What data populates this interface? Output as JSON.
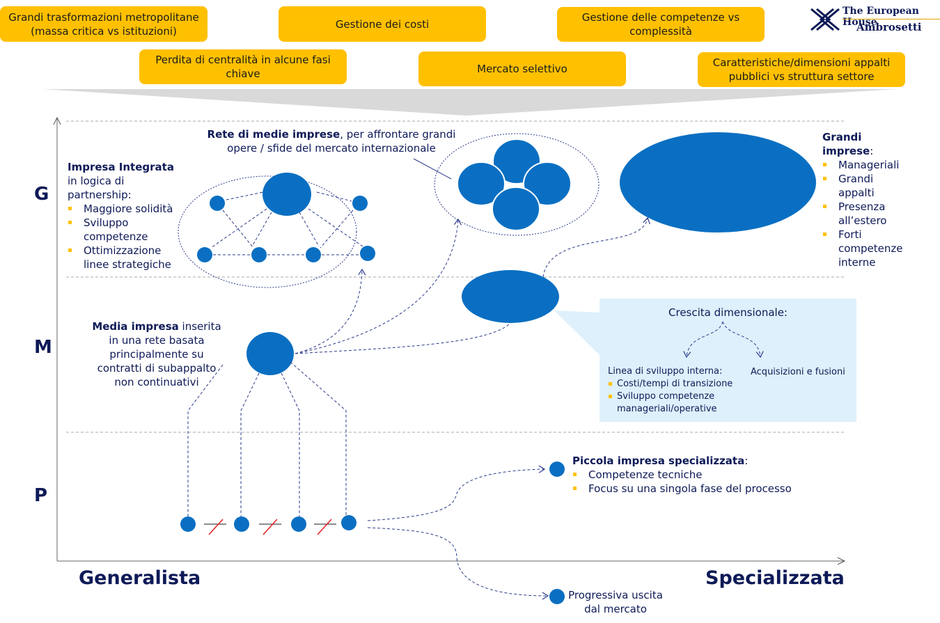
{
  "logo": {
    "line1": "The European House",
    "line2": "Ambrosetti"
  },
  "drivers": {
    "row1": [
      "Grandi trasformazioni metropolitane (massa critica vs istituzioni)",
      "Gestione dei costi",
      "Gestione delle competenze vs complessità"
    ],
    "row2": [
      "Perdita di centralità in alcune fasi chiave",
      "Mercato selettivo",
      "Caratteristiche/dimensioni appalti pubblici vs struttura settore"
    ]
  },
  "axis": {
    "levels": [
      "G",
      "M",
      "P"
    ],
    "x_left": "Generalista",
    "x_right": "Specializzata"
  },
  "integrata": {
    "title": "Impresa Integrata",
    "intro": "in logica di partnership:",
    "bullets": [
      "Maggiore solidità",
      "Sviluppo competenze",
      "Ottimizzazione linee strategiche"
    ]
  },
  "rete": {
    "title": "Rete di medie imprese",
    "rest": ", per affrontare grandi opere / sfide del mercato internazionale"
  },
  "grandi": {
    "title": "Grandi imprese",
    "colon": ":",
    "bullets": [
      "Manageriali",
      "Grandi appalti",
      "Presenza all’estero",
      "Forti competenze interne"
    ]
  },
  "media": {
    "title": "Media impresa",
    "rest": " inserita in una rete basata principalmente su contratti di subappalto non continuativi"
  },
  "crescita": {
    "title": "Crescita dimensionale:",
    "left_title": "Linea di sviluppo interna:",
    "left_bullets": [
      "Costi/tempi di transizione",
      "Sviluppo competenze manageriali/operative"
    ],
    "right": "Acquisizioni e fusioni"
  },
  "piccola": {
    "title": "Piccola impresa specializzata",
    "colon": ":",
    "bullets": [
      "Competenze tecniche",
      "Focus su una singola fase del processo"
    ]
  },
  "uscita": {
    "text": "Progressiva uscita dal mercato"
  },
  "colors": {
    "accent": "#ffc000",
    "navy": "#0e1a57",
    "circle": "#0a6fc2",
    "box": "#ddf0fb",
    "break": "#e02020"
  }
}
